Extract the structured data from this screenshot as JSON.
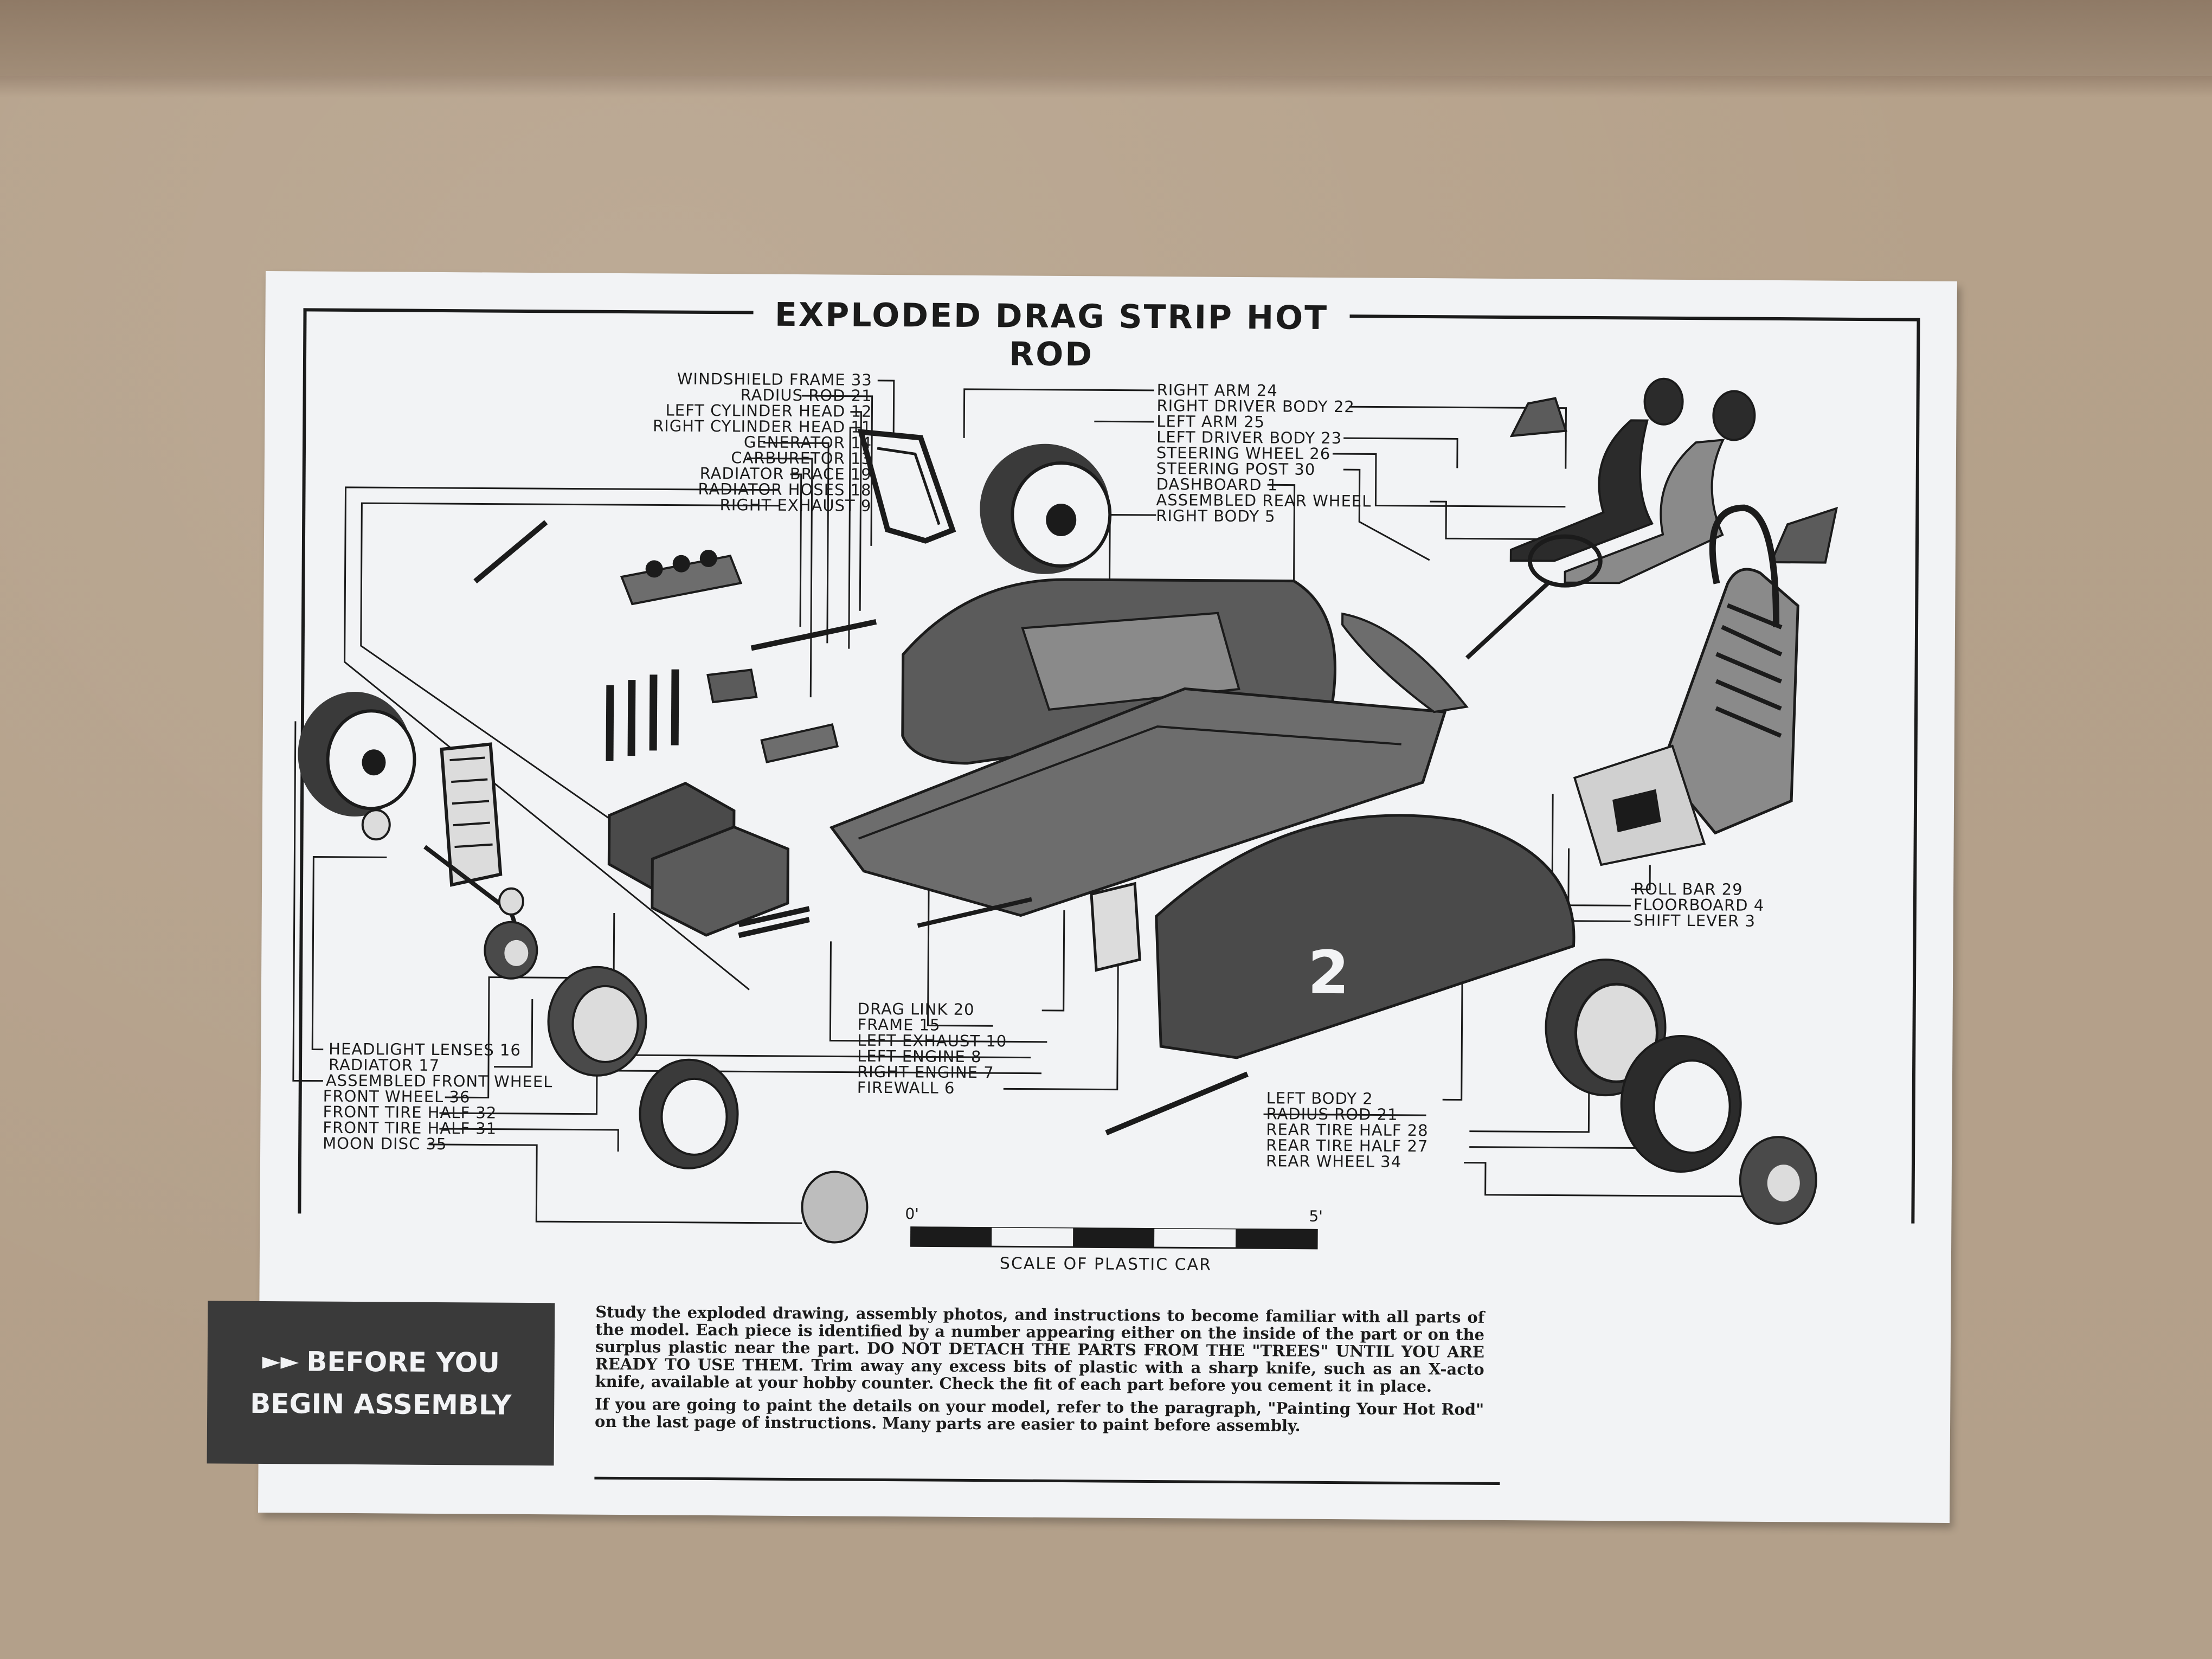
{
  "title": "EXPLODED DRAG STRIP HOT ROD",
  "labels_top_left": [
    "WINDSHIELD FRAME 33",
    "RADIUS ROD 21",
    "LEFT CYLINDER HEAD 12",
    "RIGHT CYLINDER HEAD 11",
    "GENERATOR 14",
    "CARBURETOR 13",
    "RADIATOR BRACE 19",
    "RADIATOR HOSES 18",
    "RIGHT EXHAUST 9"
  ],
  "labels_top_right": [
    "RIGHT ARM 24",
    "RIGHT DRIVER BODY 22",
    "LEFT ARM 25",
    "LEFT DRIVER BODY 23",
    "STEERING WHEEL 26",
    "STEERING POST 30",
    "DASHBOARD 1",
    "ASSEMBLED REAR WHEEL",
    "RIGHT BODY 5"
  ],
  "labels_mid_right": [
    "ROLL BAR 29",
    "FLOORBOARD 4",
    "SHIFT LEVER 3"
  ],
  "labels_bottom_left": [
    "HEADLIGHT LENSES 16",
    "RADIATOR 17",
    "ASSEMBLED FRONT WHEEL",
    "FRONT WHEEL 36",
    "FRONT TIRE HALF 32",
    "FRONT TIRE HALF 31",
    "MOON DISC 35"
  ],
  "labels_bottom_center": [
    "DRAG LINK 20",
    "FRAME 15",
    "LEFT EXHAUST 10",
    "LEFT ENGINE 8",
    "RIGHT ENGINE 7",
    "FIREWALL 6"
  ],
  "labels_bottom_right": [
    "LEFT BODY 2",
    "RADIUS ROD 21",
    "REAR TIRE HALF 28",
    "REAR TIRE HALF 27",
    "REAR WHEEL 34"
  ],
  "car_number": "2",
  "scale": {
    "start": "0'",
    "end": "5'",
    "label": "SCALE OF PLASTIC CAR"
  },
  "before_box": {
    "line1": "BEFORE YOU",
    "line2": "BEGIN ASSEMBLY"
  },
  "instructions": {
    "p1": "Study the exploded drawing, assembly photos, and instructions to become familiar with all parts of the model. Each piece is identified by a number appearing either on the inside of the part or on the surplus plastic near the part. DO NOT DETACH THE PARTS FROM THE \"TREES\" UNTIL YOU ARE READY TO USE THEM. Trim away any excess bits of plastic with a sharp knife, such as an X-acto knife, available at your hobby counter. Check the fit of each part before you cement it in place.",
    "p2": "If you are going to paint the details on your model, refer to the paragraph, \"Painting Your Hot Rod\" on the last page of instructions. Many parts are easier to paint before assembly."
  }
}
